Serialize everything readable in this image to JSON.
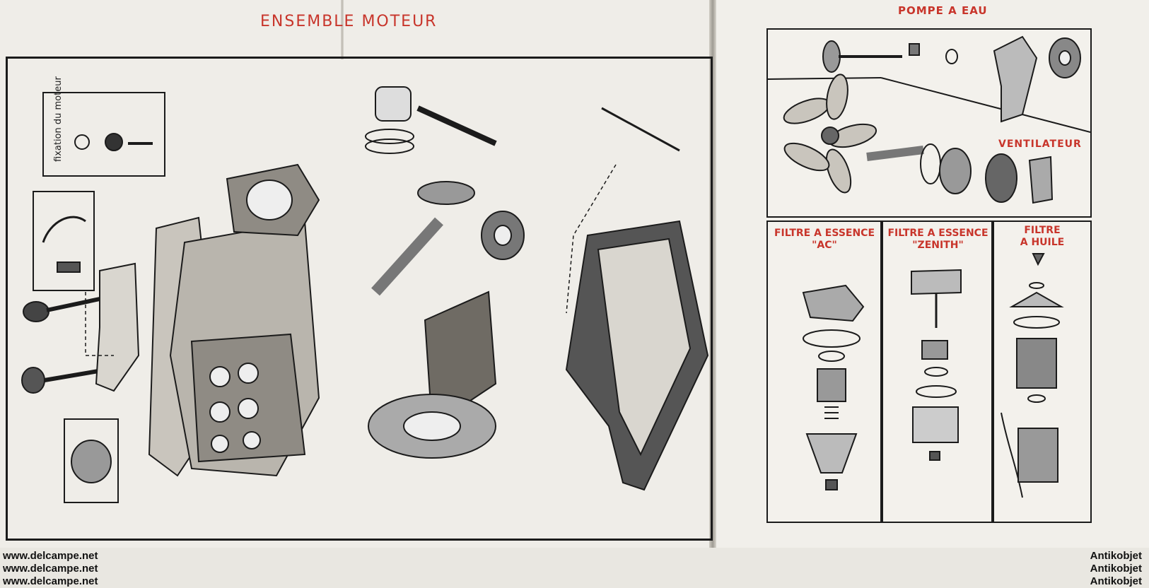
{
  "engine": {
    "title": "ENSEMBLE MOTEUR",
    "fixation_label": "fixation du moteur"
  },
  "water_pump": {
    "title": "POMPE A EAU"
  },
  "fan": {
    "title": "VENTILATEUR"
  },
  "filter_ac": {
    "title": "FILTRE A ESSENCE\n\"AC\""
  },
  "filter_zenith": {
    "title": "FILTRE A ESSENCE\n\"ZENITH\""
  },
  "filter_oil": {
    "title": "FILTRE\nA HUILE"
  },
  "footer": {
    "left": [
      "www.delcampe.net",
      "www.delcampe.net",
      "www.delcampe.net"
    ],
    "right": [
      "Antikobjet",
      "Antikobjet",
      "Antikobjet"
    ]
  },
  "colors": {
    "accent_red": "#c8352b",
    "ink": "#1b1b1b",
    "paper": "#efede8"
  }
}
